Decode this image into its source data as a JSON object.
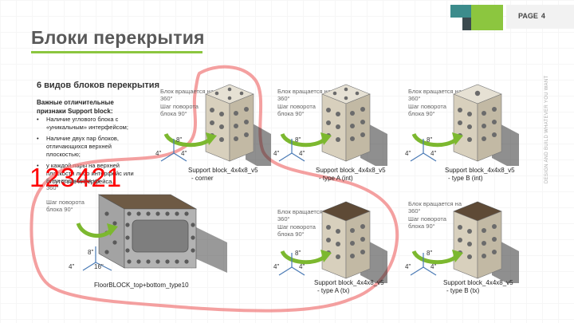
{
  "header": {
    "title": "Блоки перекрытия",
    "page_label": "PAGE",
    "page_number": "4",
    "side_text": "DESIGN AND BUILD WHATEVER YOU WANT"
  },
  "left_panel": {
    "subtitle": "6 видов блоков перекрытия",
    "features_title": "Важные отличительные признаки Support block:",
    "bullets": [
      "Наличие углового блока с «уникальным» интерфейсом;",
      "Наличие двух пар блоков, отличающихся верхней плоскостью;",
      "у каждой пары на верхней плоскости либо интерфейс или отсутствие интерфейса."
    ]
  },
  "annotation_number": "123421",
  "blocks": [
    {
      "rot": "Блок вращается на 360°",
      "step": "Шаг поворота блока 90°",
      "dims": [
        "8\"",
        "4\"",
        "4\""
      ],
      "caption_1": "Support block_4x4x8_v5",
      "caption_2": "- corner"
    },
    {
      "rot": "Блок вращается на 360°",
      "step": "Шаг поворота блока 90°",
      "dims": [
        "8\"",
        "4\"",
        "4\""
      ],
      "caption_1": "Support block_4x4x8_v5",
      "caption_2": "- type A (int)"
    },
    {
      "rot": "Блок вращается на 360°",
      "step": "Шаг поворота блока 90°",
      "dims": [
        "8\"",
        "4\"",
        "4\""
      ],
      "caption_1": "Support block_4x4x8_v5",
      "caption_2": "- type B (int)"
    },
    {
      "rot": "Блок вращается на 360°",
      "step": "Шаг поворота блока 90°",
      "dims": [
        "8\"",
        "4\"",
        "16\""
      ],
      "caption_1": "FloorBLOCK_top+bottom_type10",
      "caption_2": ""
    },
    {
      "rot": "Блок вращается на 360°",
      "step": "Шаг поворота блока 90°",
      "dims": [
        "8\"",
        "4\"",
        "4\""
      ],
      "caption_1": "Support block_4x4x8_v5",
      "caption_2": "- type A (tx)"
    },
    {
      "rot": "Блок вращается на 360°",
      "step": "Шаг поворота блока 90°",
      "dims": [
        "8\"",
        "4\"",
        "4\""
      ],
      "caption_1": "Support block_4x4x8_v5",
      "caption_2": "- type B (tx)"
    }
  ],
  "colors": {
    "accent_green": "#8cc63f",
    "accent_teal": "#3c8c8c",
    "dark": "#3b4a4f",
    "stamp": "#ff0000",
    "loop": "#f08080"
  }
}
